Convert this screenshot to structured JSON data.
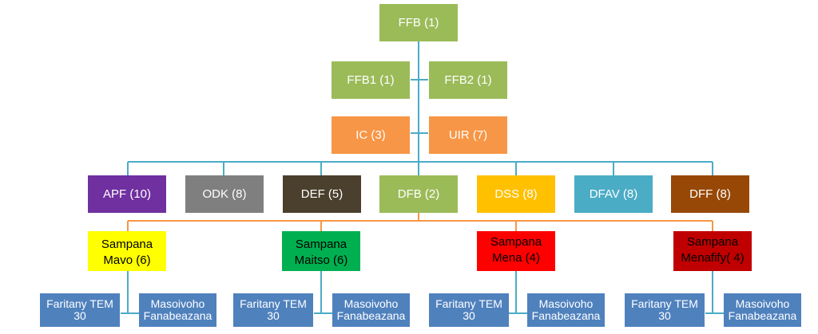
{
  "top": {
    "label": "FFB (1)"
  },
  "row2": {
    "left": "FFB1 (1)",
    "right": "FFB2 (1)"
  },
  "row3": {
    "left": "IC (3)",
    "right": "UIR (7)"
  },
  "departments": [
    "APF (10)",
    "ODK (8)",
    "DEF (5)",
    "DFB (2)",
    "DSS (8)",
    "DFAV (8)",
    "DFF (8)"
  ],
  "sampana": [
    {
      "line1": "Sampana",
      "line2": "Mavo (6)"
    },
    {
      "line1": "Sampana",
      "line2": "Maitso (6)"
    },
    {
      "line1": "Sampana",
      "line2": "Mena (4)"
    },
    {
      "line1": "Sampana",
      "line2": "Menafify( 4)"
    }
  ],
  "leaves": {
    "left_line1": "Faritany TEM",
    "left_line2": "30",
    "right_line1": "Masoivoho",
    "right_line2": "Fanabeazana"
  },
  "colors": {
    "connector_blue": "#4bacc6",
    "connector_orange": "#f79646"
  }
}
